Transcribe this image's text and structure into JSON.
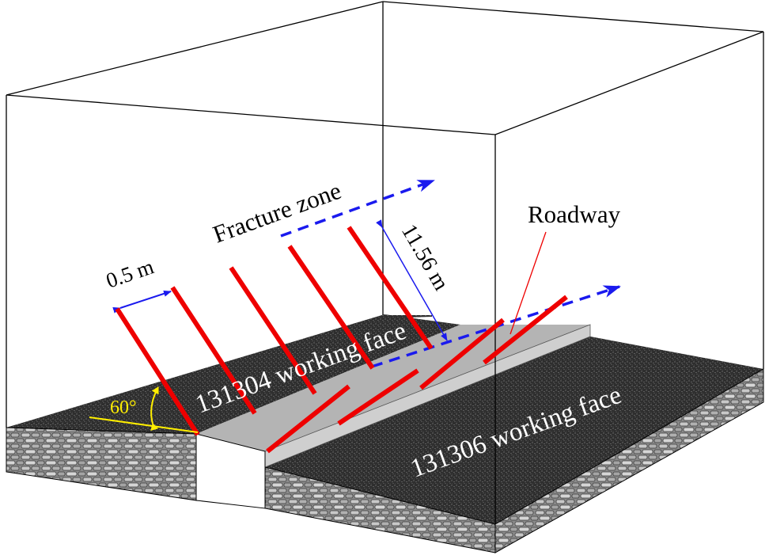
{
  "labels": {
    "fracture_zone": "Fracture zone",
    "roadway": "Roadway",
    "spacing": "0.5 m",
    "length": "11.56 m",
    "angle": "60°",
    "face_left": "131304 working face",
    "face_right": "131306 working face"
  },
  "colors": {
    "fracture_line": "#ee0000",
    "dimension_arrow": "#1a1aee",
    "angle_marker": "#ffee00",
    "roadway_pointer": "#ee0000",
    "rock_surface": "#2e2e2e",
    "roadway_surface": "#b4b4b4",
    "frame": "#000000"
  }
}
